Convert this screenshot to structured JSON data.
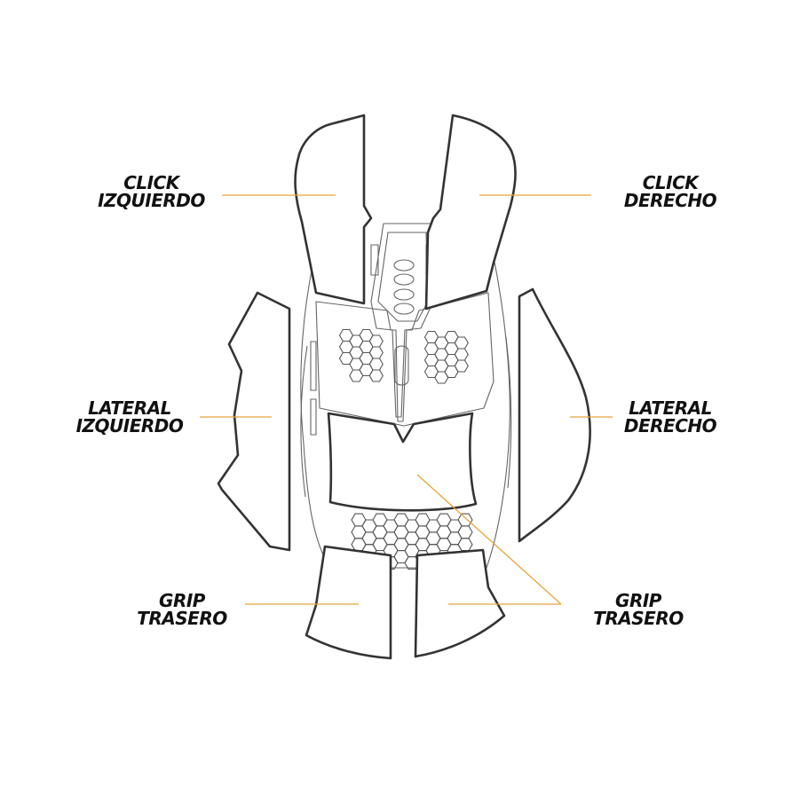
{
  "colors": {
    "leader": "#e8a33a",
    "outline": "#333333",
    "text": "#111111"
  },
  "labels": {
    "left_click": {
      "line1": "CLICK",
      "line2": "IZQUIERDO"
    },
    "right_click": {
      "line1": "CLICK",
      "line2": "DERECHO"
    },
    "left_side": {
      "line1": "LATERAL",
      "line2": "IZQUIERDO"
    },
    "right_side": {
      "line1": "LATERAL",
      "line2": "DERECHO"
    },
    "rear_left": {
      "line1": "GRIP",
      "line2": "TRASERO"
    },
    "rear_right": {
      "line1": "GRIP",
      "line2": "TRASERO"
    }
  }
}
